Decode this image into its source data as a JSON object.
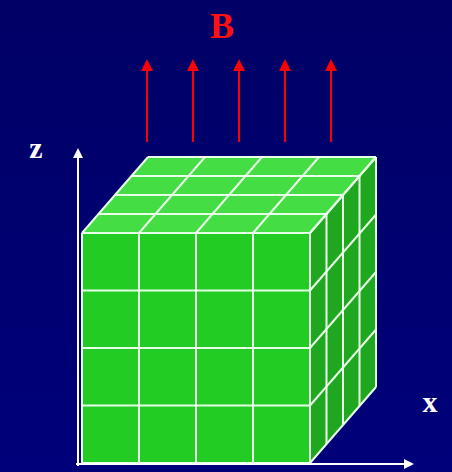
{
  "diagram": {
    "labels": [
      "B",
      "z",
      "x"
    ]
  }
}
